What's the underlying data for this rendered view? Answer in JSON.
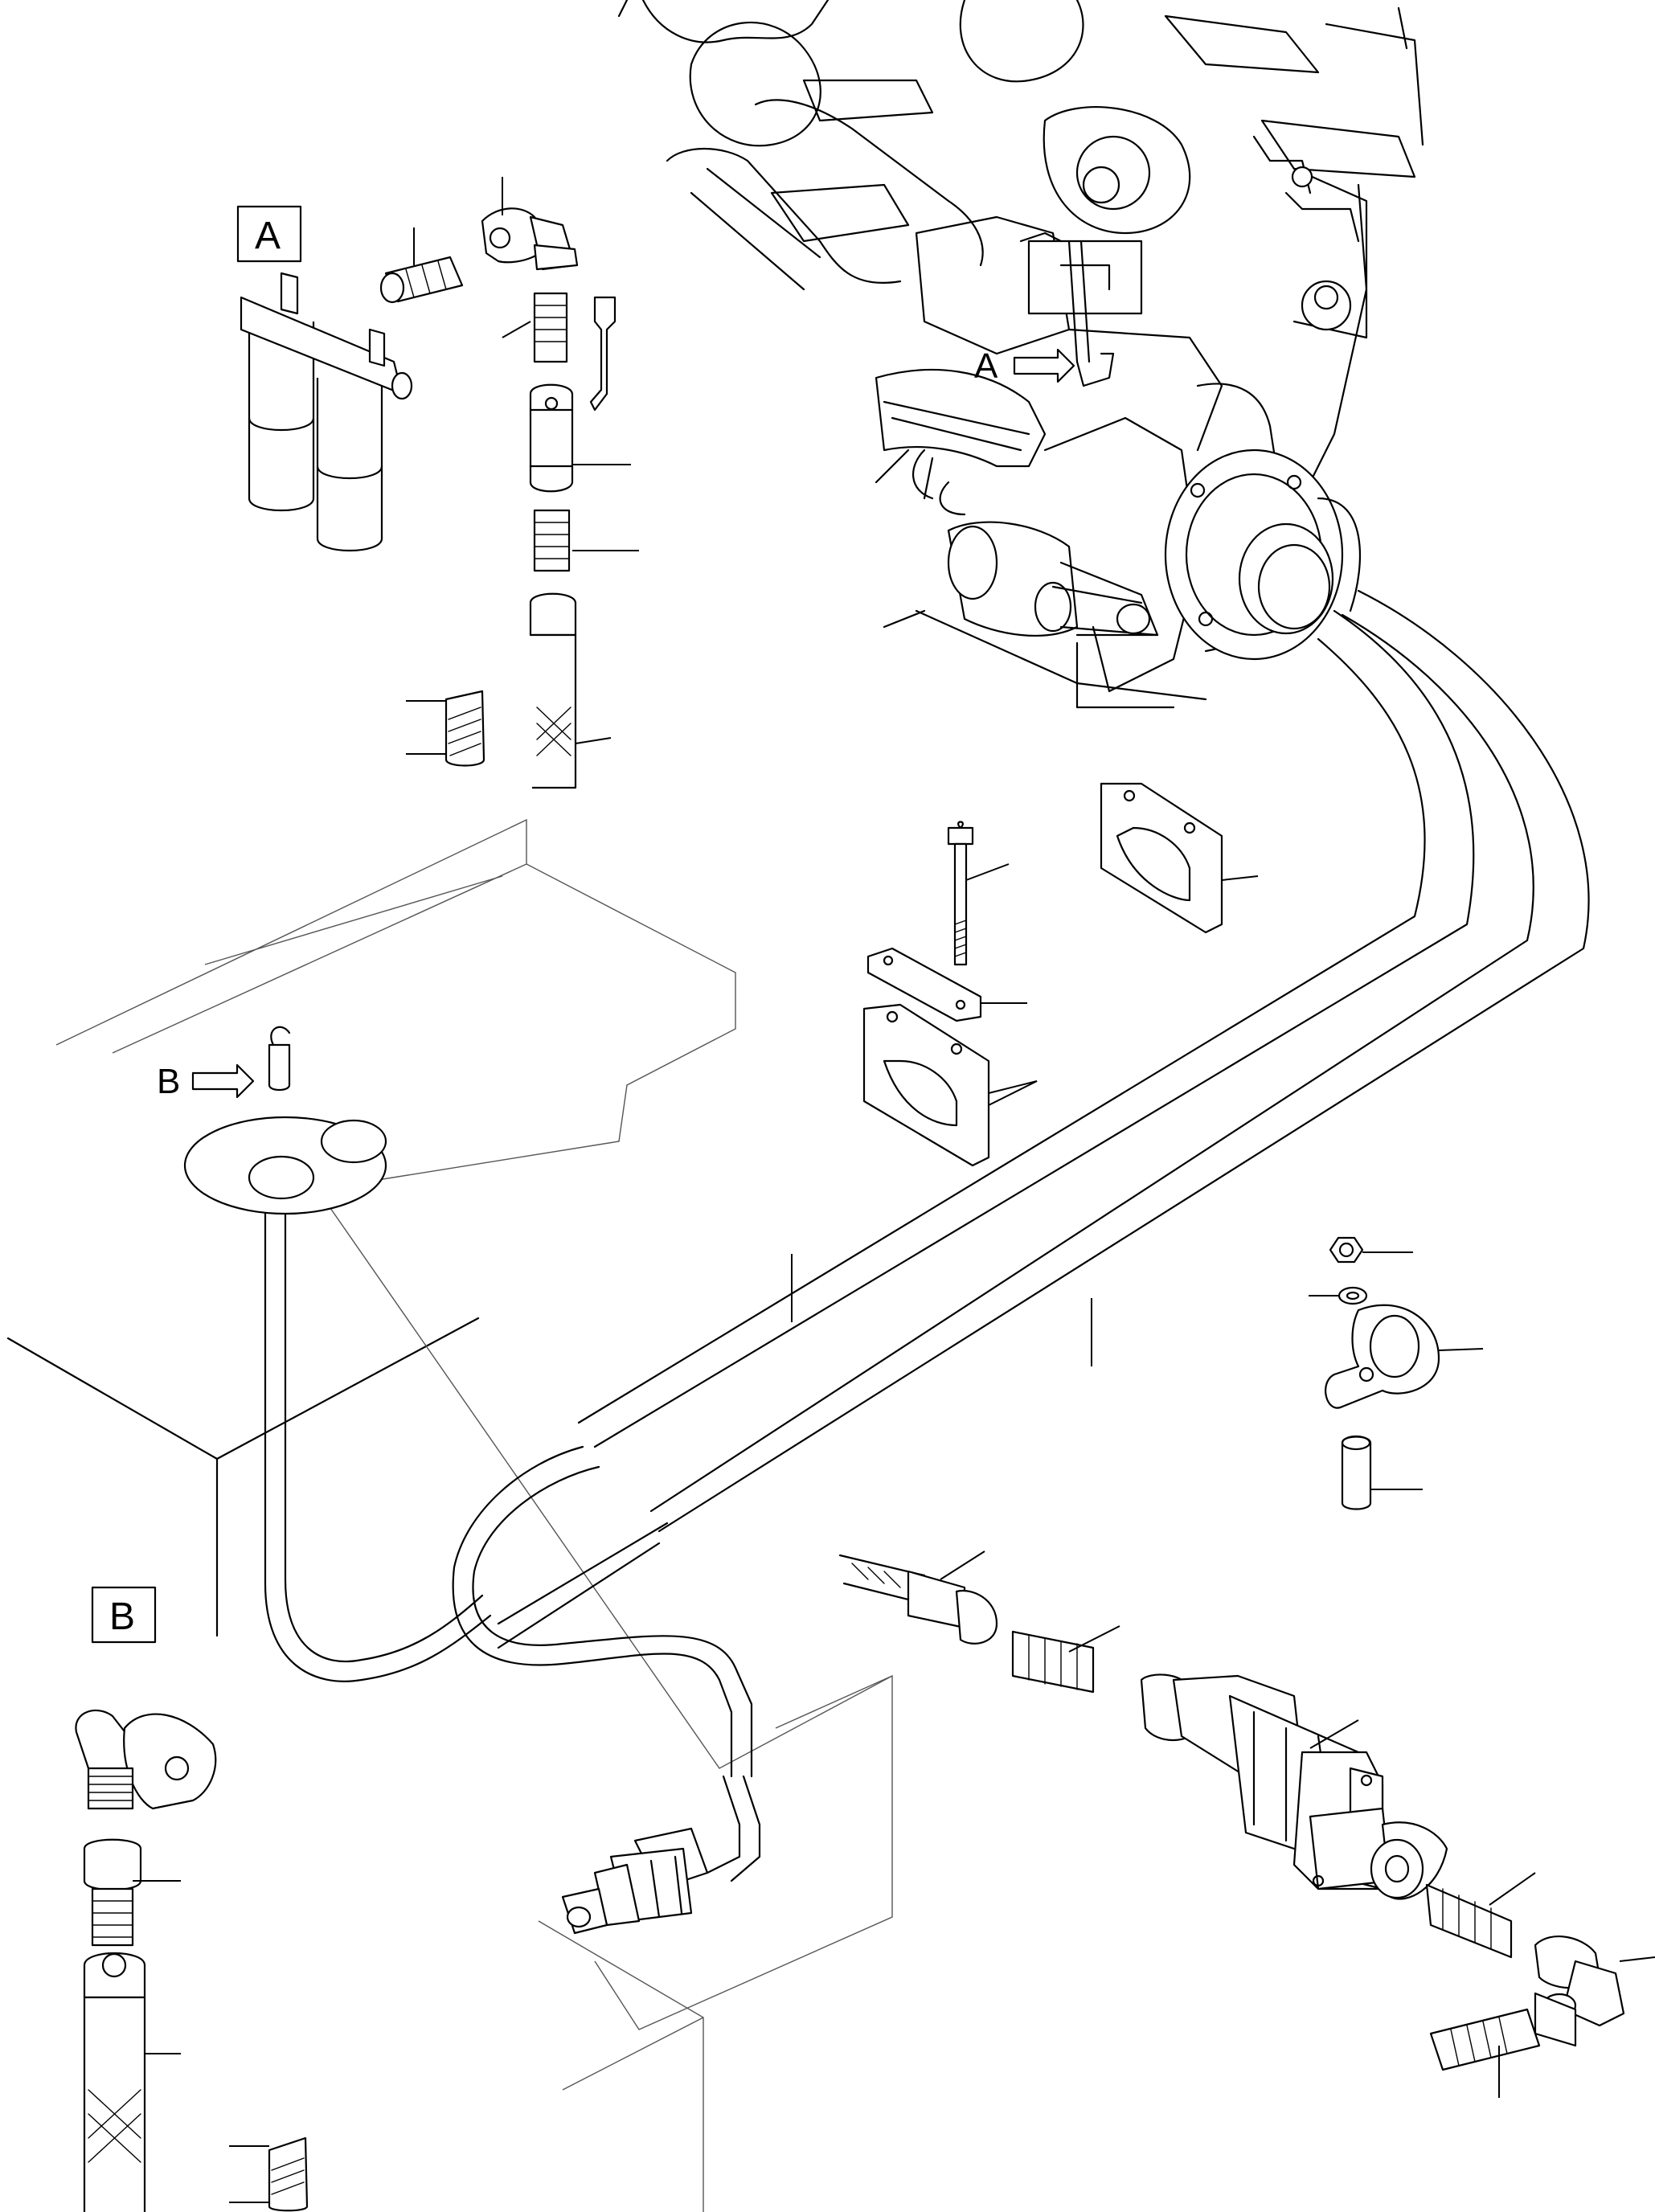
{
  "callouts": {
    "box_a": "A",
    "box_b": "B",
    "arrow_a": "A",
    "arrow_b": "B"
  },
  "colors": {
    "line": "#000000",
    "background": "#ffffff"
  }
}
